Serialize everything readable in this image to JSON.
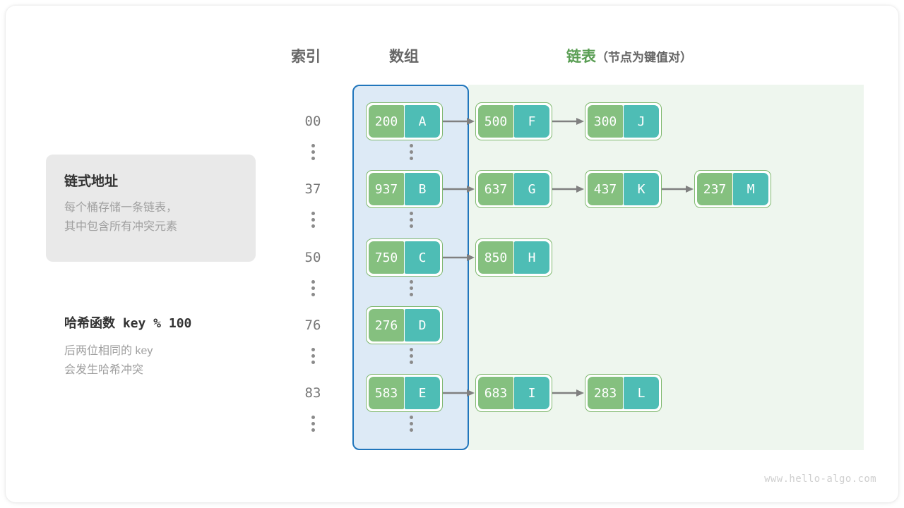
{
  "headers": {
    "index": "索引",
    "array": "数组",
    "list_main": "链表",
    "list_sub": "（节点为键值对）"
  },
  "notes": {
    "card": {
      "title": "链式地址",
      "body": "每个桶存储一条链表，\n其中包含所有冲突元素"
    },
    "hash": {
      "title": "哈希函数 key % 100",
      "body": "后两位相同的 key\n会发生哈希冲突"
    }
  },
  "colors": {
    "key_cell": "#85c07f",
    "value_cell": "#4ebdb5",
    "node_border": "#7fb86f",
    "array_panel_bg": "#ddeaf6",
    "array_panel_border": "#2176bc",
    "list_panel_bg": "#eef6ee",
    "accent_green": "#5a9e54",
    "arrow": "#808080",
    "note_card_bg": "#e9e9e9"
  },
  "rows": [
    {
      "index": "00",
      "nodes": [
        {
          "key": "200",
          "value": "A"
        },
        {
          "key": "500",
          "value": "F"
        },
        {
          "key": "300",
          "value": "J"
        }
      ]
    },
    {
      "index": "37",
      "nodes": [
        {
          "key": "937",
          "value": "B"
        },
        {
          "key": "637",
          "value": "G"
        },
        {
          "key": "437",
          "value": "K"
        },
        {
          "key": "237",
          "value": "M"
        }
      ]
    },
    {
      "index": "50",
      "nodes": [
        {
          "key": "750",
          "value": "C"
        },
        {
          "key": "850",
          "value": "H"
        }
      ]
    },
    {
      "index": "76",
      "nodes": [
        {
          "key": "276",
          "value": "D"
        }
      ]
    },
    {
      "index": "83",
      "nodes": [
        {
          "key": "583",
          "value": "E"
        },
        {
          "key": "683",
          "value": "I"
        },
        {
          "key": "283",
          "value": "L"
        }
      ]
    }
  ],
  "footer": "www.hello-algo.com"
}
